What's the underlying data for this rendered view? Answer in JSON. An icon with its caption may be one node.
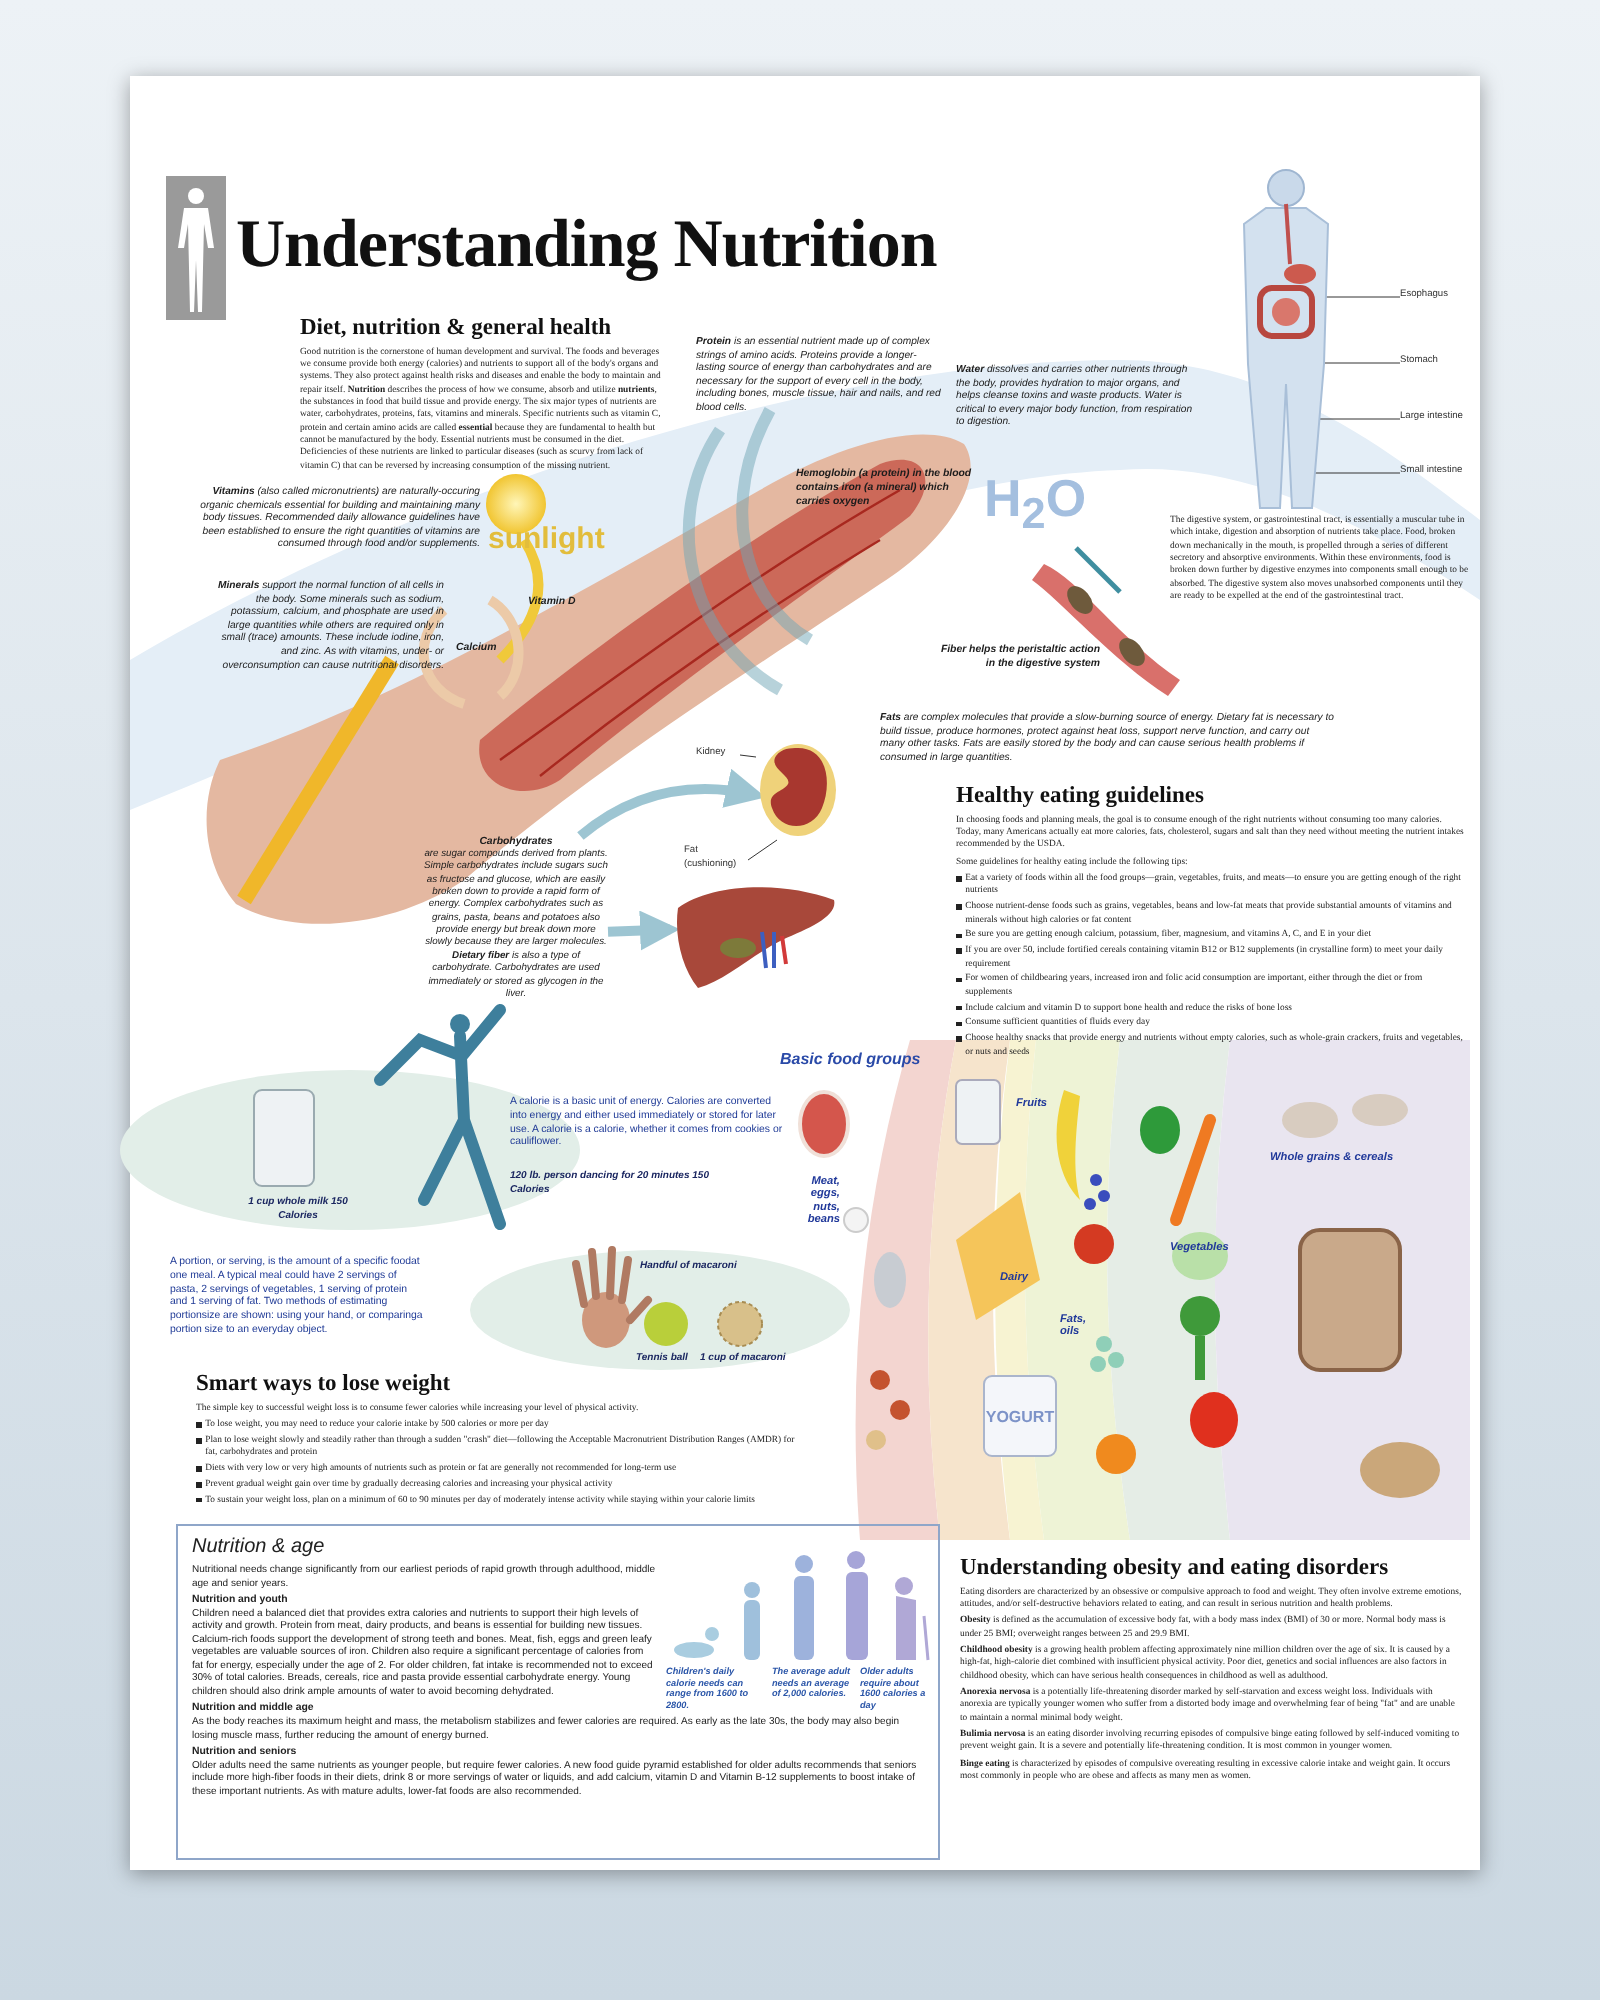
{
  "diagram": {
    "title": "Understanding Nutrition",
    "nodes": [
      {
        "text": [
          "Esophagus"
        ]
      },
      {
        "text": [
          "Stomach"
        ]
      },
      {
        "text": [
          "Large intestine"
        ]
      },
      {
        "text": [
          "Small intestine"
        ]
      },
      {
        "text": [],
        "shape": "person",
        "beside": [
          "The digestive system, or gastrointestinal tract, is essentially a muscular tube in which intake, digestion and absorption of nutrients take place. Food, broken down mechanically in the mouth, is propelled through a series of different secretory and absorptive environments. Within these environments, food is broken down further by digestive enzymes into components small enough to be absorbed. The digestive system also moves unabsorbed components until they are ready to be expelled at the end of the gastrointestinal tract."
        ]
      },
      {
        "text": [
          "Carbohydrates",
          "are sugar compounds derived from plants. Simple carbohydrates include sugars such as fructose and glucose, which are easily broken down to provide a rapid form of energy. Complex carbohydrates such as grains, pasta, beans and potatoes also provide energy but break down more slowly because they are larger molecules. **Dietary fiber** is also a type of carbohydrate. Carbohydrates are used immediately or stored as glycogen in the liver."
        ]
      },
      {
        "text": [
          "Kidney"
        ]
      },
      {
        "text": [
          "Fat (cushioning)"
        ]
      },
      {
        "text": [],
        "shape": "picture"
      },
      {
        "text": [],
        "shape": "picture"
      }
    ],
    "edges": [
      {
        "from": 0,
        "to": 4,
        "arrow": "none"
      },
      {
        "from": 1,
        "to": 4,
        "arrow": "none"
      },
      {
        "from": 2,
        "to": 4,
        "arrow": "none"
      },
      {
        "from": 3,
        "to": 4,
        "arrow": "none"
      },
      {
        "from": 5,
        "to": 8,
        "arrow": "to",
        "style": "thick",
        "color": "#8dbccb"
      },
      {
        "from": 5,
        "to": 9,
        "arrow": "to",
        "style": "thick",
        "color": "#8dbccb"
      },
      {
        "from": 6,
        "to": 8,
        "arrow": "none"
      },
      {
        "from": 7,
        "to": 8,
        "arrow": "none"
      }
    ],
    "labels": [
      "Diet, nutrition & general health",
      "Good nutrition is the cornerstone of human development and survival. The foods and beverages we consume provide both energy (calories) and nutrients to support all of the body's organs and systems. They also protect against health risks and diseases and enable the body to maintain and repair itself. **Nutrition** describes the process of how we consume, absorb and utilize **nutrients**, the substances in food that build tissue and provide energy. The six major types of nutrients are water, carbohydrates, proteins, fats, vitamins and minerals. Specific nutrients such as vitamin C, protein and certain amino acids are called **essential** because they are fundamental to health but cannot be manufactured by the body. Essential nutrients must be consumed in the diet. Deficiencies of these nutrients are linked to particular diseases (such as scurvy from lack of vitamin C) that can be reversed by increasing consumption of the missing nutrient.",
      "**Protein** is an essential nutrient made up of complex strings of amino acids. Proteins provide a longer-lasting source of energy than carbohydrates and are necessary for the support of every cell in the body, including bones, muscle tissue, hair and nails, and red blood cells.",
      "**Water** dissolves and carries other nutrients through the body, provides hydration to major organs, and helps cleanse toxins and waste products. Water is critical to every major body function, from respiration to digestion.",
      "Hemoglobin (a protein) in the blood contains iron (a mineral) which carries oxygen",
      "**Vitamins** (also called micronutrients) are naturally-occuring organic chemicals essential for building and maintaining many body tissues. Recommended daily allowance guidelines have been established to ensure the right quantities of vitamins are consumed through food and/or supplements.",
      "sunlight",
      "**Minerals** support the normal function of all cells in the body. Some minerals such as sodium, potassium, calcium, and phosphate are used in large quantities while others are required only in small (trace) amounts. These include iodine, iron, and zinc. As with vitamins, under- or overconsumption can cause nutritional disorders.",
      "Vitamin D",
      "Calcium",
      "H$_{2}$O",
      "Fiber helps the peristaltic action in the digestive system",
      "**Fats** are complex molecules that provide a slow-burning source of energy. Dietary fat is necessary to build tissue, produce hormones, protect against heat loss, support nerve function, and carry out many other tasks. Fats are easily stored by the body and can cause serious health problems if consumed in large quantities.",
      "Healthy eating guidelines",
      "In choosing foods and planning meals, the goal is to consume enough of the right nutrients without consuming too many calories. Today, many Americans actually eat more calories, fats, cholesterol, sugars and salt than they need without meeting the nutrient intakes recommended by the USDA.",
      "Some guidelines for healthy eating include the following tips:",
      "Eat a variety of foods within all the food groups—grain, vegetables, fruits, and meats—to ensure you are getting enough of the right nutrients",
      "Choose nutrient-dense foods such as grains, vegetables, beans and low-fat meats that provide substantial amounts of vitamins and minerals without high calories or fat content",
      "Be sure you are getting enough calcium, potassium, fiber, magnesium, and vitamins A, C, and E in your diet",
      "If you are over 50, include fortified cereals containing vitamin B12 or B12 supplements (in crystalline form) to meet your daily requirement",
      "For women of childbearing years, increased iron and folic acid consumption are important, either through the diet or from supplements",
      "Include calcium and vitamin D to support bone health and reduce the risks of bone loss",
      "Consume sufficient quantities of fluids every day",
      "Choose healthy snacks that provide energy and nutrients without empty calories, such as whole-grain crackers, fruits and vegetables, or nuts and seeds",
      "A calorie is a basic unit of energy. Calories are converted into energy and either used immediately or stored for later use. A calorie is a calorie, whether it comes from cookies or cauliflower.",
      "120 lb. person dancing for 20 minutes 150 Calories",
      "1 cup whole milk 150 Calories",
      "Basic food groups",
      "Fruits",
      "Meat, eggs, nuts, beans",
      "Dairy",
      "Fats, oils",
      "Vegetables",
      "Whole grains & cereals",
      "YOGURT",
      "A portion, or serving, is the amount of a specific foodat one meal. A typical meal could have 2 servings of pasta, 2 servings of vegetables, 1 serving of protein and 1 serving of fat. Two methods of estimating portionsize are shown: using your hand, or comparinga portion size to an everyday object.",
      "Handful of macaroni",
      "Tennis ball",
      "1 cup of macaroni",
      "Smart ways to lose weight",
      "The simple key to successful weight loss is to consume fewer calories while increasing your level of physical activity.",
      "To lose weight, you may need to reduce your calorie intake by 500 calories or more per day",
      "Plan to lose weight slowly and steadily rather than through a sudden \"crash\" diet—following the Acceptable Macronutrient Distribution Ranges (AMDR) for fat, carbohydrates and protein",
      "Diets with very low or very high amounts of nutrients such as protein or fat are generally not recommended for long-term use",
      "Prevent gradual weight gain over time by gradually decreasing calories and increasing your physical activity",
      "To sustain your weight loss, plan on a minimum of 60 to 90 minutes per day of moderately intense activity while staying within your calorie limits",
      "Nutrition & age",
      "Nutritional needs change significantly from our earliest periods of rapid growth through adulthood, middle age and senior years.",
      "Nutrition and youth",
      "Children need a balanced diet that provides extra calories and nutrients to support their high levels of activity and growth. Protein from meat, dairy products, and beans is essential for building new tissues. Calcium-rich foods support the development of strong teeth and bones. Meat, fish, eggs and green leafy vegetables are valuable sources of iron. Children also require a significant percentage of calories from fat for energy, especially under the age of 2. For older children, fat intake is recommended not to exceed 30% of total calories. Breads, cereals, rice and pasta provide essential carbohydrate energy. Young children should also drink ample amounts of water to avoid becoming dehydrated.",
      "Nutrition and middle age",
      "As the body reaches its maximum height and mass, the metabolism stabilizes and fewer calories are required. As early as the late 30s, the body may also begin losing muscle mass, further reducing the amount of energy burned.",
      "Nutrition and seniors",
      "Older adults need the same nutrients as younger people, but require fewer calories. A new food guide pyramid established for older adults recommends that seniors include more high-fiber foods in their diets, drink 8 or more servings of water or liquids, and add calcium, vitamin D and Vitamin B-12 supplements to boost intake of these important nutrients. As with mature adults, lower-fat foods are also recommended.",
      "Children's daily calorie needs can range from 1600 to 2800.",
      "The average adult needs an average of 2,000 calories.",
      "Older adults require about 1600 calories a day",
      "Understanding obesity and eating disorders",
      "Eating disorders are characterized by an obsessive or compulsive approach to food and weight. They often involve extreme emotions, attitudes, and/or self-destructive behaviors related to eating, and can result in serious nutrition and health problems.",
      "**Obesity** is defined as the accumulation of excessive body fat, with a body mass index (BMI) of 30 or more. Normal body mass is under 25 BMI; overweight ranges between 25 and 29.9 BMI.",
      "**Childhood obesity** is a growing health problem affecting approximately nine million children over the age of six. It is caused by a high-fat, high-calorie diet combined with insufficient physical activity. Poor diet, genetics and social influences are also factors in childhood obesity, which can have serious health consequences in childhood as well as adulthood.",
      "**Anorexia nervosa** is a potentially life-threatening disorder marked by self-starvation and excess weight loss. Individuals with anorexia are typically younger women who suffer from a distorted body image and overwhelming fear of being \"fat\" and are unable to maintain a normal minimal body weight.",
      "**Bulimia nervosa** is an eating disorder involving recurring episodes of compulsive binge eating followed by self-induced vomiting to prevent weight gain. It is a severe and potentially life-threatening condition. It is most common in younger women.",
      "**Binge eating** is characterized by episodes of compulsive overeating resulting in excessive calorie intake and weight gain. It occurs most commonly in people who are obese and affects as many men as women."
    ]
  }
}
